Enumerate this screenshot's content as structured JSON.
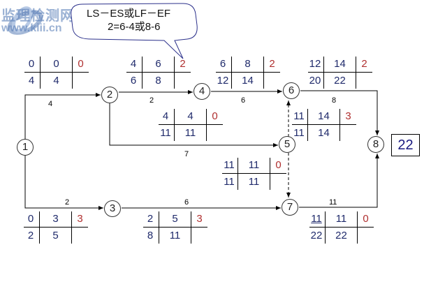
{
  "watermark": {
    "title": "监理检测网",
    "url": "www.kiii.cn"
  },
  "callout": {
    "line1": "LS－ES或LF－EF",
    "line2": "2=6-4或8-6"
  },
  "nodes": [
    "1",
    "2",
    "3",
    "4",
    "5",
    "6",
    "7",
    "8"
  ],
  "durations": {
    "a12": "4",
    "a24": "2",
    "a46": "6",
    "a68": "8",
    "a25": "7",
    "a13": "2",
    "a37": "6",
    "a78": "11"
  },
  "total_duration": "22",
  "tables": {
    "a12": {
      "es": "0",
      "ef": "0",
      "tf": "0",
      "ls": "4",
      "lf": "4"
    },
    "a24": {
      "es": "4",
      "ef": "6",
      "tf": "2",
      "ls": "6",
      "lf": "8"
    },
    "a46": {
      "es": "6",
      "ef": "8",
      "tf": "2",
      "ls": "12",
      "lf": "14"
    },
    "a68": {
      "es": "12",
      "ef": "14",
      "tf": "2",
      "ls": "20",
      "lf": "22"
    },
    "a25": {
      "es": "4",
      "ef": "4",
      "tf": "0",
      "ls": "11",
      "lf": "11"
    },
    "a56": {
      "es": "11",
      "ef": "14",
      "tf": "3",
      "ls": "11",
      "lf": "14"
    },
    "a57": {
      "es": "11",
      "ef": "11",
      "tf": "0",
      "ls": "11",
      "lf": "11"
    },
    "a13": {
      "es": "0",
      "ef": "3",
      "tf": "3",
      "ls": "2",
      "lf": "5"
    },
    "a37": {
      "es": "2",
      "ef": "5",
      "tf": "3",
      "ls": "8",
      "lf": "11"
    },
    "a78": {
      "es": "11",
      "ef": "11",
      "tf": "0",
      "ls": "22",
      "lf": "22"
    }
  }
}
